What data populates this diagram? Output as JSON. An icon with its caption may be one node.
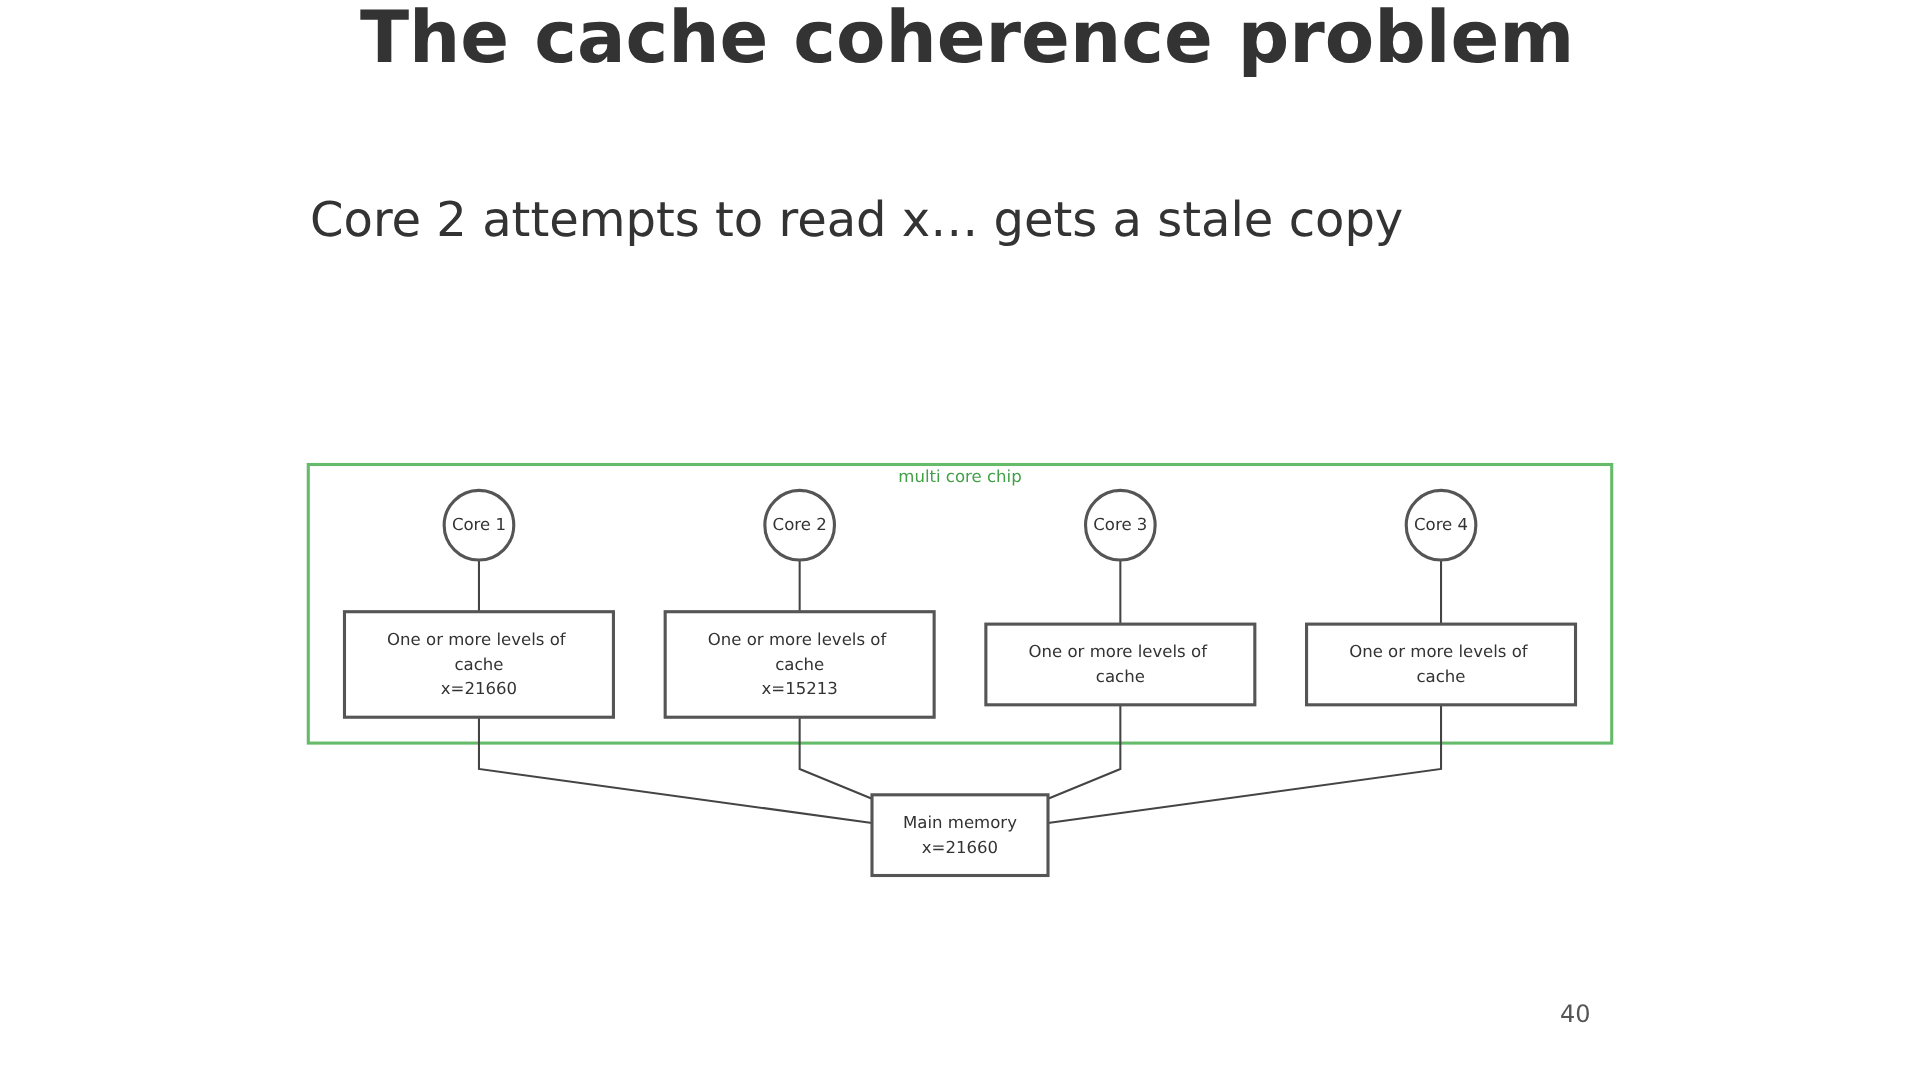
{
  "diagram": {
    "title": "The cache coherence problem",
    "caption": "Core 2 attempts to read x… gets a stale copy",
    "nodes": [
      {
        "text": [
          "multi core chip"
        ]
      },
      {
        "text": [
          "Core 1"
        ],
        "in": 0
      },
      {
        "text": [
          "Core 2"
        ],
        "in": 0
      },
      {
        "text": [
          "Core 3"
        ],
        "in": 0
      },
      {
        "text": [
          "Core 4"
        ],
        "in": 0
      },
      {
        "text": [
          "One or more levels of cache",
          "x=21660"
        ],
        "in": 0
      },
      {
        "text": [
          "One or more levels of cache",
          "x=15213"
        ],
        "in": 0
      },
      {
        "text": [
          "One or more levels of cache"
        ],
        "in": 0
      },
      {
        "text": [
          "One or more levels of cache"
        ],
        "in": 0
      },
      {
        "text": [
          "Main memory",
          "x=21660"
        ]
      }
    ],
    "edges": [
      {
        "from": 1,
        "to": 5,
        "arrow": "none"
      },
      {
        "from": 2,
        "to": 6,
        "arrow": "none"
      },
      {
        "from": 3,
        "to": 7,
        "arrow": "none"
      },
      {
        "from": 4,
        "to": 8,
        "arrow": "none"
      },
      {
        "from": 5,
        "to": 9,
        "arrow": "none"
      },
      {
        "from": 6,
        "to": 9,
        "arrow": "none"
      },
      {
        "from": 7,
        "to": 9,
        "arrow": "none"
      },
      {
        "from": 8,
        "to": 9,
        "arrow": "none"
      }
    ],
    "labels": [
      "40"
    ]
  }
}
